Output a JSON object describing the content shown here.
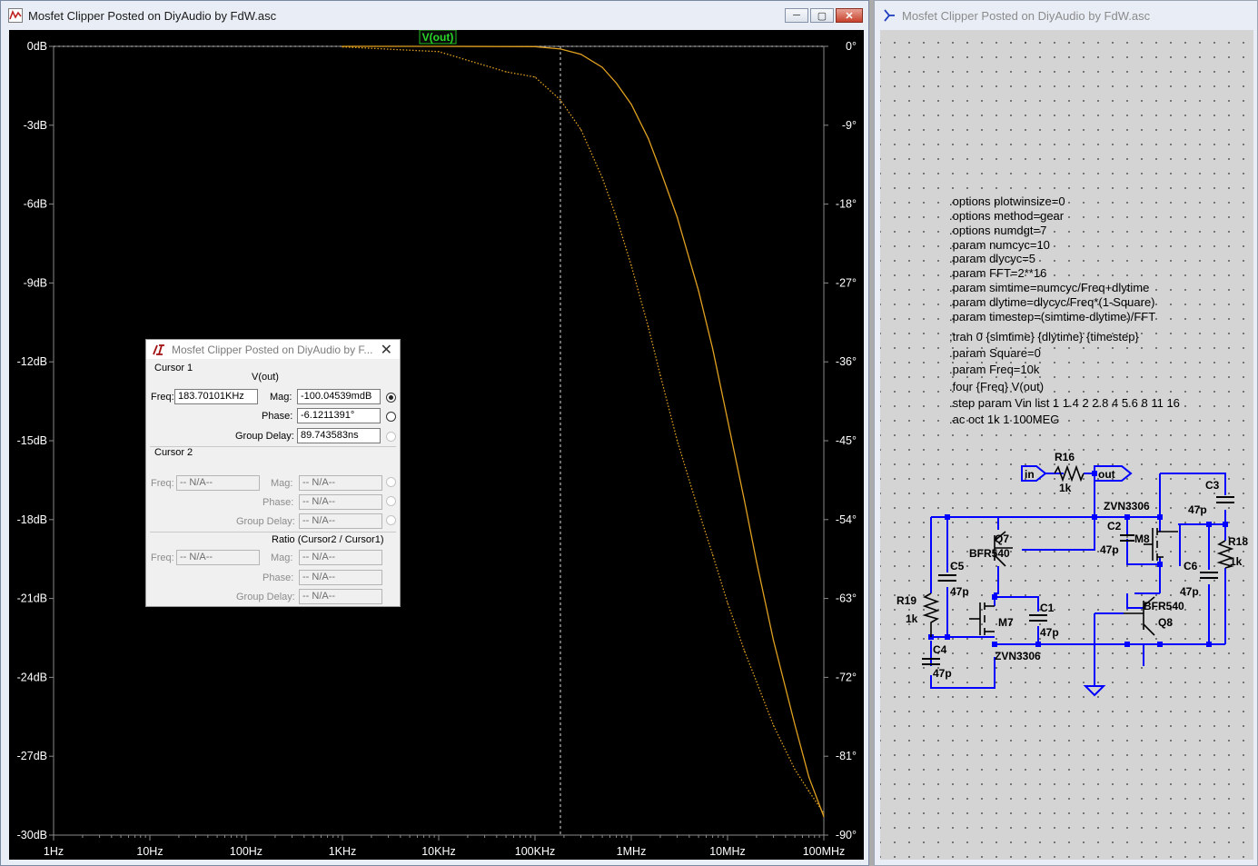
{
  "plot_window": {
    "title": "Mosfet Clipper Posted on DiyAudio by FdW.asc",
    "trace_label": "V(out)",
    "buttons": {
      "minimize": "─",
      "maximize": "▢",
      "close": "✕"
    }
  },
  "colors": {
    "trace": "#e0a020",
    "trace_label": "#28d828",
    "plot_bg": "#000000",
    "wire": "#0000ff",
    "label_box": "#1fbf1f"
  },
  "chart_data": {
    "type": "line",
    "x_scale": "log",
    "xlim": [
      1,
      100000000
    ],
    "x_ticks": [
      "1Hz",
      "10Hz",
      "100Hz",
      "1KHz",
      "10KHz",
      "100KHz",
      "1MHz",
      "10MHz",
      "100MHz"
    ],
    "y_left": {
      "range": [
        -30,
        0
      ],
      "unit": "dB",
      "ticks": [
        "0dB",
        "-3dB",
        "-6dB",
        "-9dB",
        "-12dB",
        "-15dB",
        "-18dB",
        "-21dB",
        "-24dB",
        "-27dB",
        "-30dB"
      ]
    },
    "y_right": {
      "range": [
        -90,
        0
      ],
      "unit": "°",
      "ticks": [
        "0°",
        "-9°",
        "-18°",
        "-27°",
        "-36°",
        "-45°",
        "-54°",
        "-63°",
        "-72°",
        "-81°",
        "-90°"
      ]
    },
    "grid": false,
    "cursor_x": 183701.01,
    "series": [
      {
        "style": "solid",
        "x": [
          1000,
          10000,
          100000,
          183701,
          300000,
          500000,
          700000,
          1000000,
          1500000,
          2000000,
          3000000,
          5000000,
          7000000,
          10000000,
          15000000,
          20000000,
          30000000,
          50000000,
          70000000,
          100000000
        ],
        "y": [
          0,
          0,
          -0.01,
          -0.1,
          -0.3,
          -0.8,
          -1.4,
          -2.2,
          -3.5,
          -4.7,
          -6.5,
          -9.3,
          -11.5,
          -14.2,
          -17.3,
          -19.6,
          -22.6,
          -25.8,
          -27.8,
          -29.3
        ]
      },
      {
        "style": "dotted",
        "phase": true,
        "x": [
          1000,
          10000,
          50000,
          100000,
          183701,
          300000,
          500000,
          700000,
          1000000,
          1500000,
          2000000,
          3000000,
          5000000,
          7000000,
          10000000,
          15000000,
          20000000,
          30000000,
          50000000,
          70000000,
          100000000
        ],
        "y": [
          -0.06,
          -0.6,
          -2.9,
          -3.5,
          -6.12,
          -9.5,
          -15,
          -19.5,
          -25,
          -32,
          -37.5,
          -45,
          -53,
          -58,
          -63.5,
          -69,
          -72.5,
          -77.5,
          -82.5,
          -85,
          -87.5
        ]
      }
    ]
  },
  "cursor_dialog": {
    "title": "Mosfet Clipper Posted on DiyAudio by F...",
    "close": "✕",
    "cursor1": {
      "header": "Cursor 1",
      "trace": "V(out)",
      "freq_label": "Freq:",
      "freq": "183.70101KHz",
      "mag_label": "Mag:",
      "mag": "-100.04539mdB",
      "phase_label": "Phase:",
      "phase": "-6.1211391°",
      "gd_label": "Group Delay:",
      "group_delay": "89.743583ns"
    },
    "cursor2": {
      "header": "Cursor 2",
      "freq_label": "Freq:",
      "freq": "-- N/A--",
      "mag_label": "Mag:",
      "mag": "-- N/A--",
      "phase_label": "Phase:",
      "phase": "-- N/A--",
      "gd_label": "Group Delay:",
      "group_delay": "-- N/A--"
    },
    "ratio": {
      "header": "Ratio (Cursor2 / Cursor1)",
      "freq_label": "Freq:",
      "freq": "-- N/A--",
      "mag_label": "Mag:",
      "mag": "-- N/A--",
      "phase_label": "Phase:",
      "phase": "-- N/A--",
      "gd_label": "Group Delay:",
      "group_delay": "-- N/A--"
    }
  },
  "schematic_window": {
    "title": "Mosfet Clipper Posted on DiyAudio by FdW.asc",
    "directives": [
      ".options plotwinsize=0",
      ".options method=gear",
      ".options numdgt=7",
      ".param numcyc=10",
      ".param dlycyc=5",
      ".param FFT=2**16",
      ".param simtime=numcyc/Freq+dlytime",
      ".param dlytime=dlycyc/Freq*(1-Square)",
      ".param timestep=(simtime-dlytime)/FFT",
      ";tran 0 {simtime} {dlytime} {timestep}",
      ".param Square=0",
      ".param Freq=10k",
      ".four {Freq} V(out)",
      ".step param Vin list 1 1.4 2 2.8 4 5.6 8 11 16",
      ".ac oct 1k 1 100MEG"
    ],
    "labels": {
      "R16": "R16",
      "R16_val": "1k",
      "in": "in",
      "out": "out",
      "C3": "C3",
      "C3_val": "47p",
      "ZVN_top": "ZVN3306",
      "C2": "C2",
      "C2_val": "47p",
      "M8": "M8",
      "R18": "R18",
      "R18_val": "1k",
      "Q7": "Q7",
      "BFR_left": "BFR540",
      "C5": "C5",
      "C5_val": "47p",
      "C6": "C6",
      "C6_val": "47p",
      "R19": "R19",
      "R19_val": "1k",
      "M7": "M7",
      "C1": "C1",
      "C1_val": "47p",
      "BFR_right": "BFR540",
      "Q8": "Q8",
      "C4": "C4",
      "C4_val": "47p",
      "ZVN_bottom": "ZVN3306"
    }
  }
}
